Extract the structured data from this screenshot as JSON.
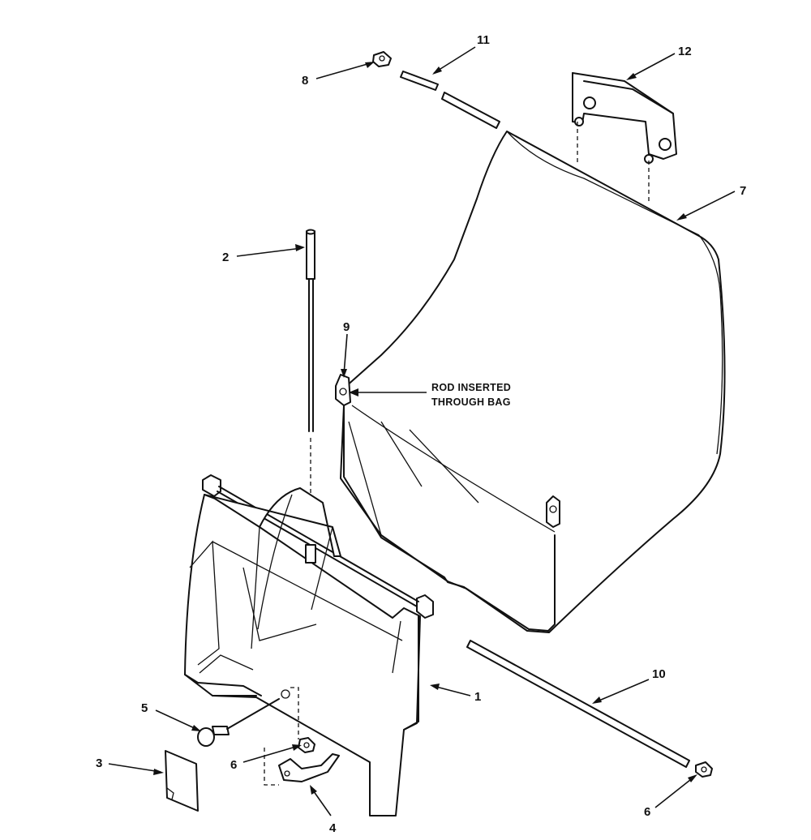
{
  "callouts": {
    "c1": "1",
    "c2": "2",
    "c3": "3",
    "c4": "4",
    "c5": "5",
    "c6a": "6",
    "c6b": "6",
    "c7": "7",
    "c8": "8",
    "c9": "9",
    "c10": "10",
    "c11": "11",
    "c12": "12"
  },
  "note": {
    "line1": "ROD INSERTED",
    "line2": "THROUGH BAG"
  }
}
